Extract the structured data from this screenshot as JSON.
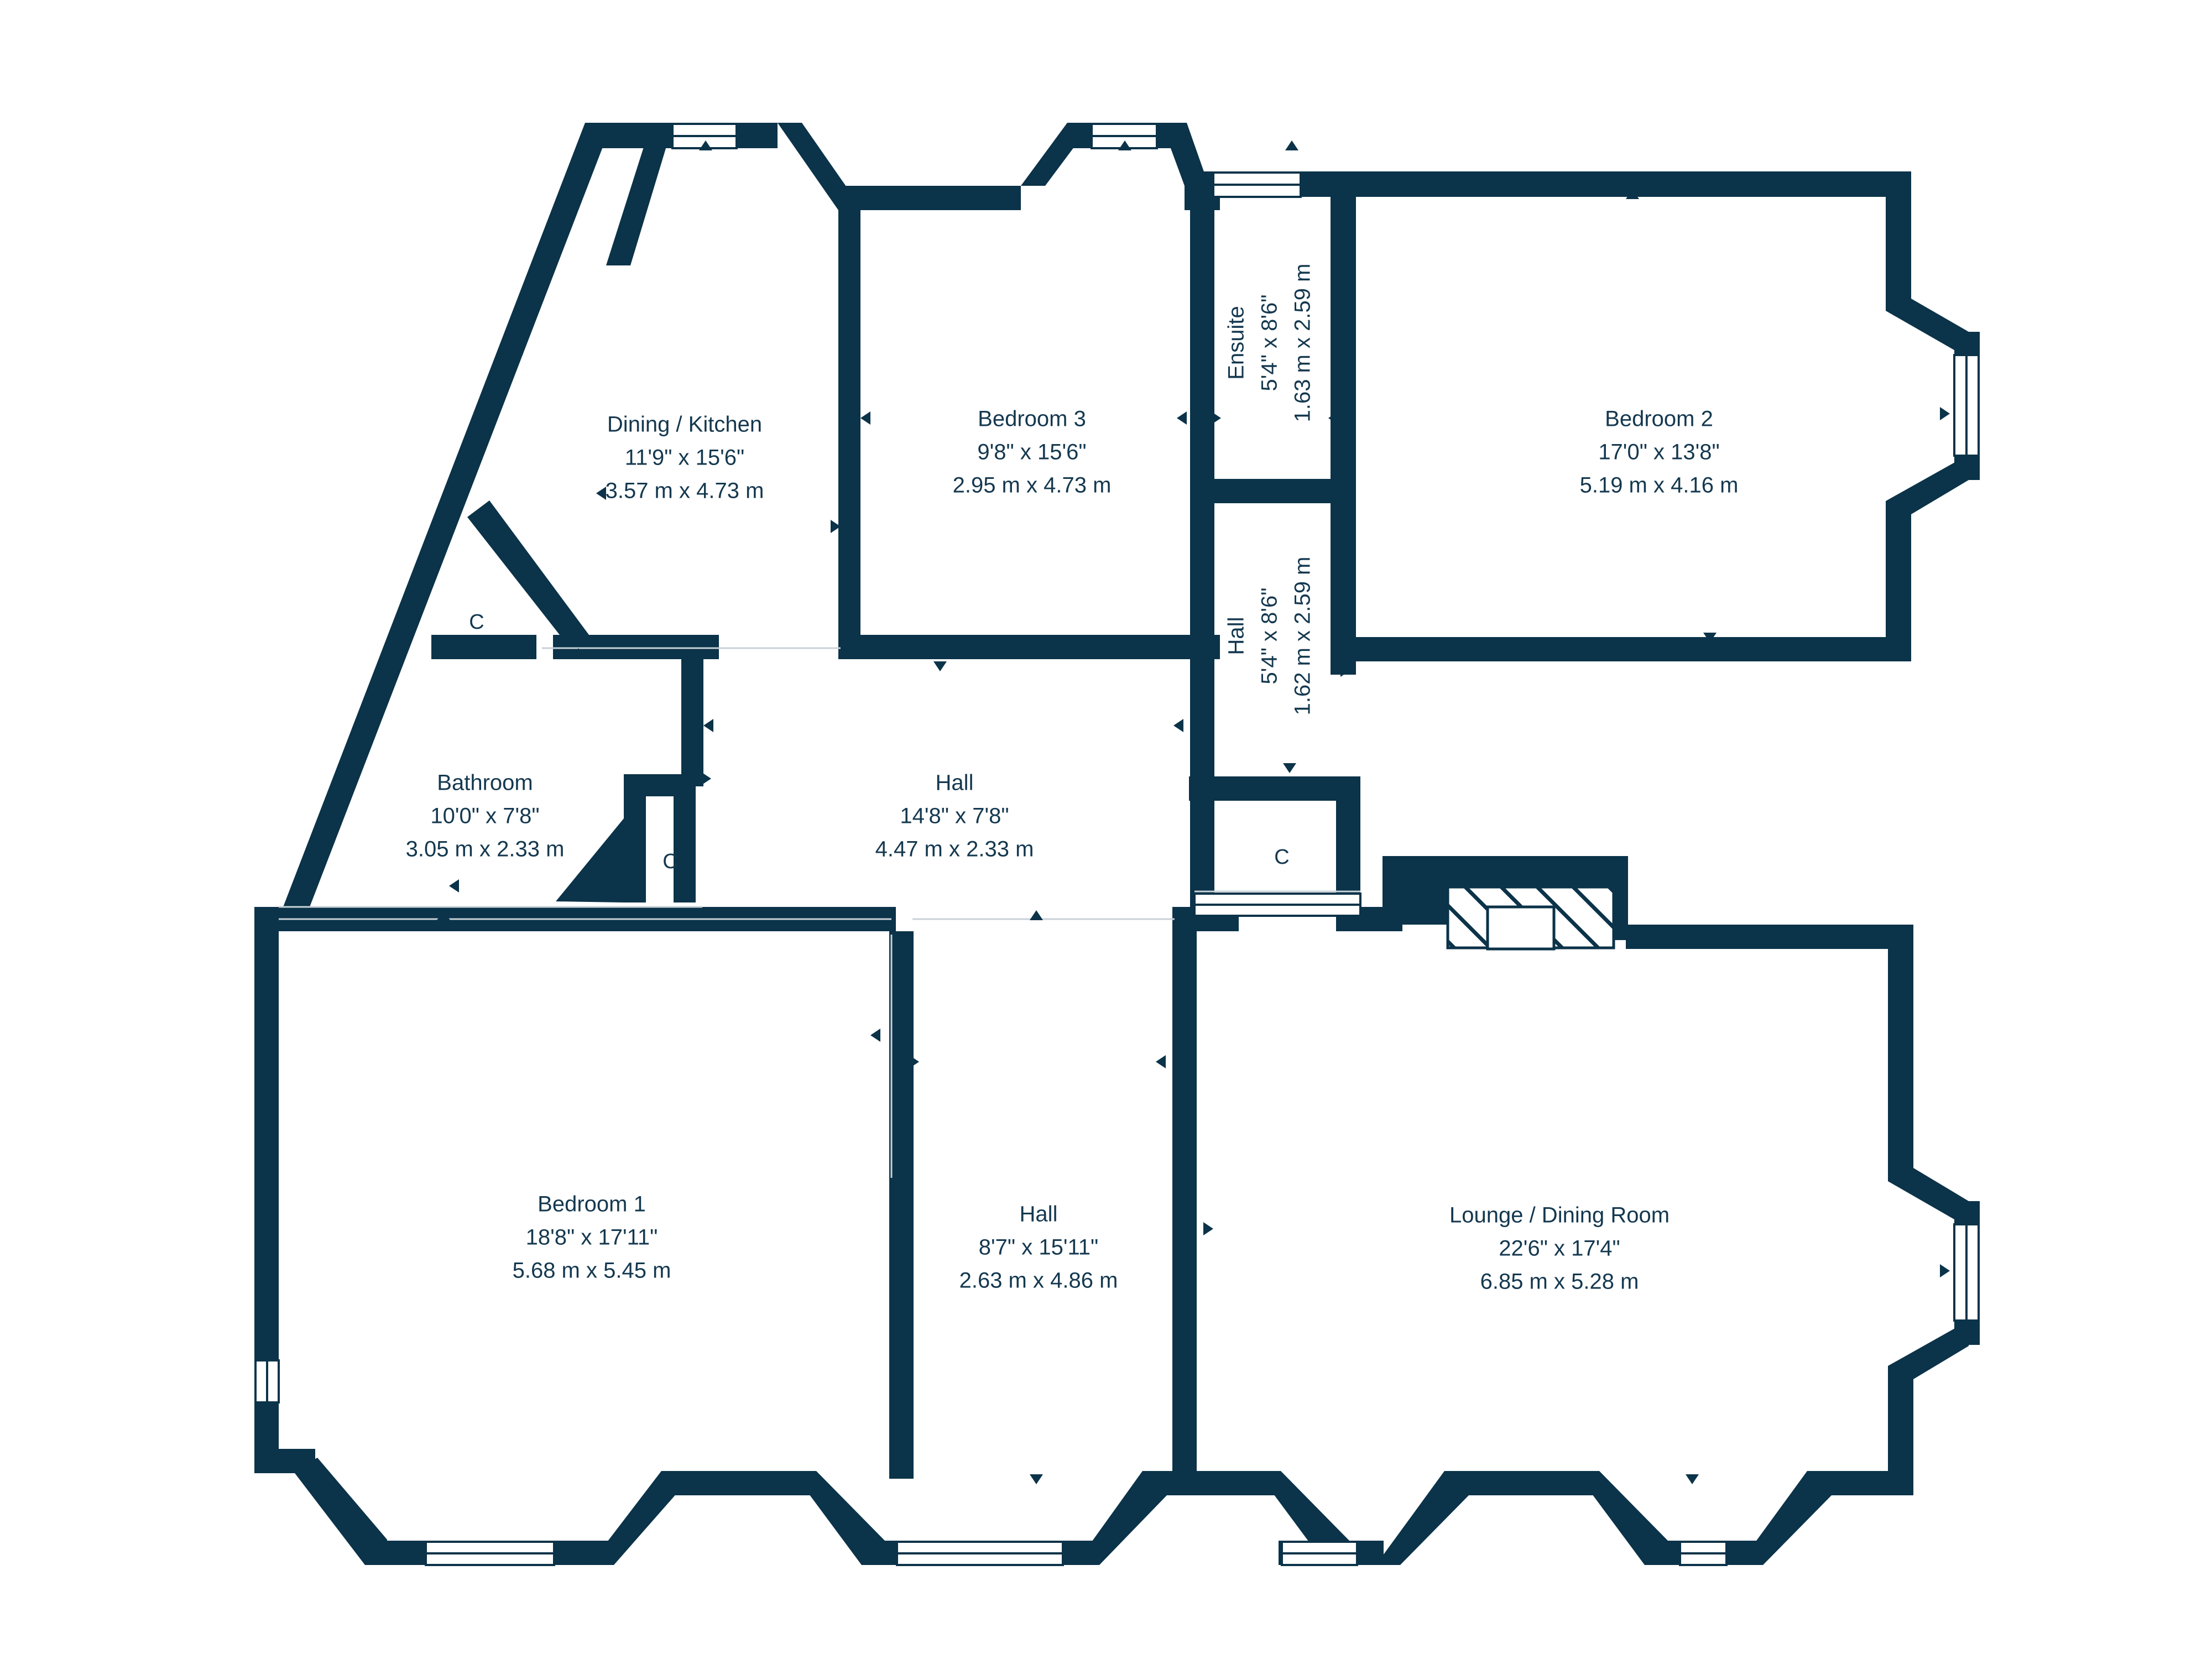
{
  "plan": {
    "type": "floor-plan",
    "wall_color": "#0b3349",
    "text_color": "#14384f",
    "background_color": "#ffffff",
    "window_fill": "#ffffff",
    "thin_line_color": "#c9d2d8"
  },
  "rooms": [
    {
      "id": "dining-kitchen",
      "name": "Dining / Kitchen",
      "dim_imperial": "11'9\" x 15'6\"",
      "dim_metric": "3.57 m x 4.73 m",
      "orientation": "horizontal"
    },
    {
      "id": "bedroom-3",
      "name": "Bedroom 3",
      "dim_imperial": "9'8\" x 15'6\"",
      "dim_metric": "2.95 m x 4.73 m",
      "orientation": "horizontal"
    },
    {
      "id": "ensuite",
      "name": "Ensuite",
      "dim_imperial": "5'4\" x 8'6\"",
      "dim_metric": "1.63 m x 2.59 m",
      "orientation": "vertical"
    },
    {
      "id": "bedroom-2",
      "name": "Bedroom 2",
      "dim_imperial": "17'0\" x 13'8\"",
      "dim_metric": "5.19 m x 4.16 m",
      "orientation": "horizontal"
    },
    {
      "id": "hall-upper-vertical",
      "name": "Hall",
      "dim_imperial": "5'4\" x 8'6\"",
      "dim_metric": "1.62 m x 2.59 m",
      "orientation": "vertical"
    },
    {
      "id": "bathroom",
      "name": "Bathroom",
      "dim_imperial": "10'0\" x 7'8\"",
      "dim_metric": "3.05 m x 2.33 m",
      "orientation": "horizontal"
    },
    {
      "id": "hall-middle",
      "name": "Hall",
      "dim_imperial": "14'8\" x 7'8\"",
      "dim_metric": "4.47 m x 2.33 m",
      "orientation": "horizontal"
    },
    {
      "id": "bedroom-1",
      "name": "Bedroom 1",
      "dim_imperial": "18'8\" x 17'11\"",
      "dim_metric": "5.68 m x 5.45 m",
      "orientation": "horizontal"
    },
    {
      "id": "hall-lower",
      "name": "Hall",
      "dim_imperial": "8'7\" x 15'11\"",
      "dim_metric": "2.63 m x 4.86 m",
      "orientation": "horizontal"
    },
    {
      "id": "lounge-dining-room",
      "name": "Lounge / Dining Room",
      "dim_imperial": "22'6\" x 17'4\"",
      "dim_metric": "6.85 m x 5.28 m",
      "orientation": "horizontal"
    }
  ],
  "closets": [
    {
      "id": "closet-dining-kitchen",
      "label": "C"
    },
    {
      "id": "closet-bathroom",
      "label": "C"
    },
    {
      "id": "closet-hall",
      "label": "C"
    }
  ],
  "features": [
    {
      "id": "fireplace",
      "label": "fireplace-hatch"
    }
  ]
}
